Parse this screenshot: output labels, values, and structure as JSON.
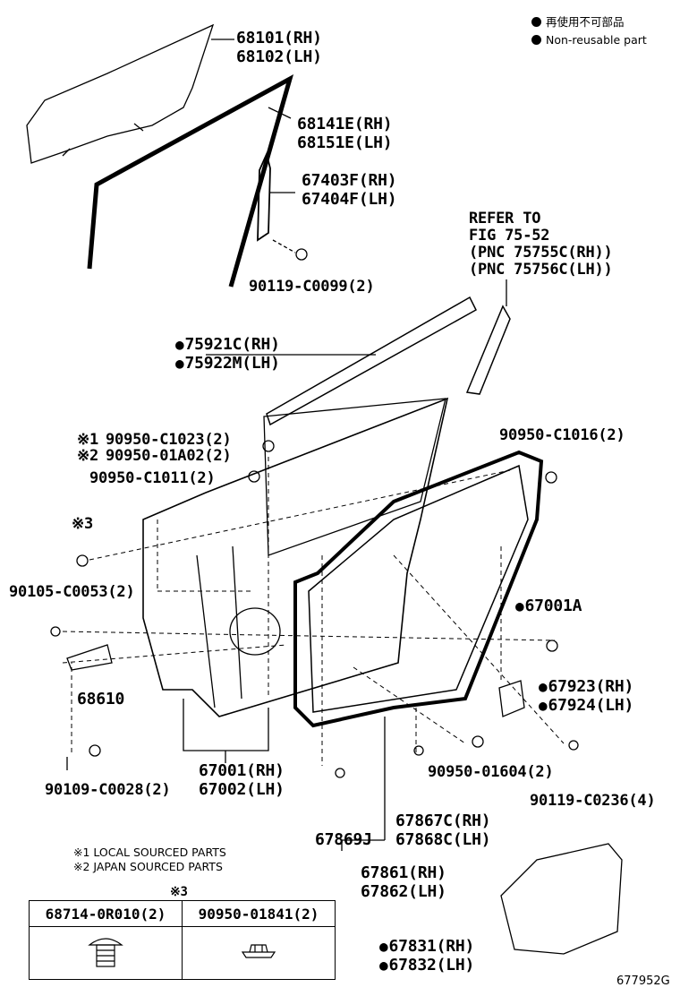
{
  "legend": {
    "jp": "再使用不可部品",
    "en": "Non-reusable part"
  },
  "refer": {
    "lines": [
      "REFER TO",
      "FIG 75-52",
      "(PNC 75755C(RH))",
      "(PNC 75756C(LH))"
    ]
  },
  "labels": {
    "p68101": "68101(RH)",
    "p68102": "68102(LH)",
    "p68141E": "68141E(RH)",
    "p68151E": "68151E(LH)",
    "p67403F": "67403F(RH)",
    "p67404F": "67404F(LH)",
    "p90119a": "90119-C0099(2)",
    "p75921C": "75921C(RH)",
    "p75922M": "75922M(LH)",
    "p90950_C1023": "90950-C1023(2)",
    "p90950_01A02": "90950-01A02(2)",
    "m1": "※1",
    "m2": "※2",
    "p90950_C1011": "90950-C1011(2)",
    "p90950_C1016": "90950-C1016(2)",
    "m3": "※3",
    "p90105": "90105-C0053(2)",
    "p67001A": "67001A",
    "p68610": "68610",
    "p67923": "67923(RH)",
    "p67924": "67924(LH)",
    "p67001": "67001(RH)",
    "p67002": "67002(LH)",
    "p90109": "90109-C0028(2)",
    "p90950_01604": "90950-01604(2)",
    "p90119b": "90119-C0236(4)",
    "p67867C": "67867C(RH)",
    "p67868C": "67868C(LH)",
    "p67869J": "67869J",
    "p67861": "67861(RH)",
    "p67862": "67862(LH)",
    "p67831": "67831(RH)",
    "p67832": "67832(LH)"
  },
  "notes": {
    "n1": "※1 LOCAL SOURCED PARTS",
    "n2": "※2 JAPAN SOURCED PARTS"
  },
  "table": {
    "mark": "※3",
    "col1": "68714-0R010(2)",
    "col2": "90950-01841(2)"
  },
  "figure_id": "677952G"
}
